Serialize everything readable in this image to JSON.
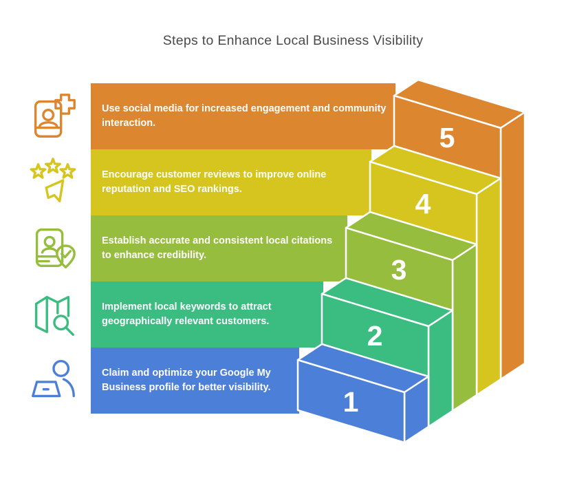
{
  "title": "Steps to Enhance Local Business Visibility",
  "colors": {
    "title": "#4A4A4A",
    "bar_text": "#FFFFFF",
    "step_number": "#FFFFFF",
    "outline": "#FFFFFF",
    "background": "#FFFFFF"
  },
  "steps": [
    {
      "number": "5",
      "color": "#DD8630",
      "icon": "profile-add-icon",
      "text": "Use social media for increased engagement and community\ninteraction."
    },
    {
      "number": "4",
      "color": "#D6C51F",
      "icon": "customer-reviews-icon",
      "text": "Encourage customer reviews to improve online\nreputation and SEO rankings."
    },
    {
      "number": "3",
      "color": "#96BD3D",
      "icon": "verified-citation-icon",
      "text": "Establish accurate and consistent local citations\nto enhance credibility."
    },
    {
      "number": "2",
      "color": "#3BBD82",
      "icon": "map-search-icon",
      "text": "Implement local keywords to attract\ngeographically relevant customers."
    },
    {
      "number": "1",
      "color": "#4C80D8",
      "icon": "laptop-user-icon",
      "text": "Claim and optimize your Google My\nBusiness profile for better visibility."
    }
  ]
}
